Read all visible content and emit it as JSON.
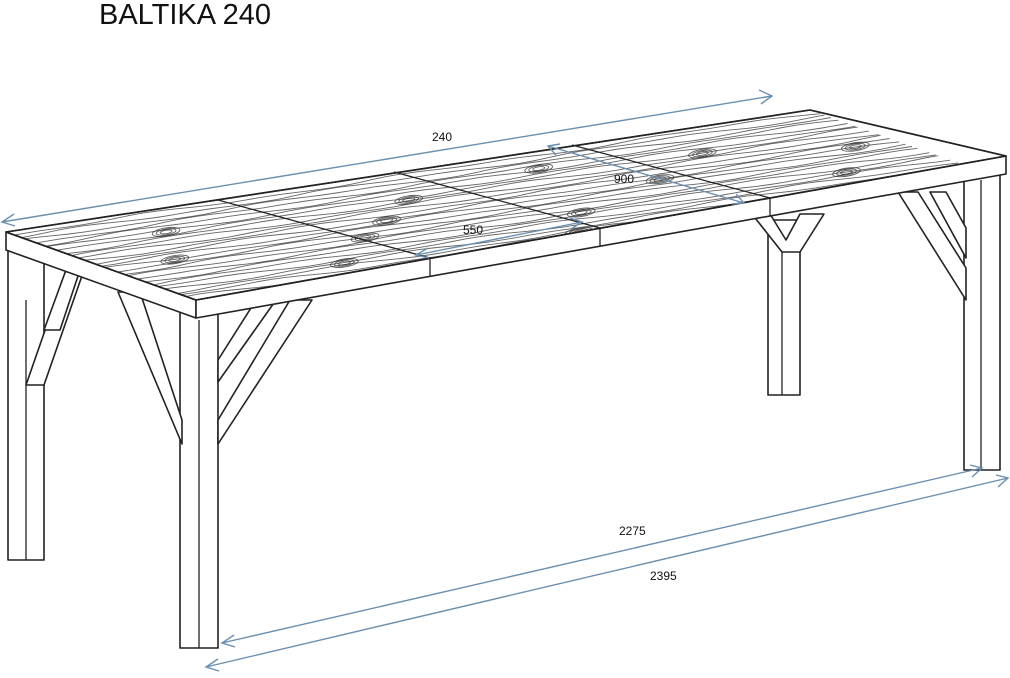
{
  "title": "BALTIKA 240",
  "dimensions": {
    "top_length": "240",
    "extension_width": "900",
    "leaf_width": "550",
    "leg_span": "2275",
    "overall_length": "2395"
  },
  "colors": {
    "dimension_line": "#6a8fb0",
    "outline": "#222222"
  }
}
